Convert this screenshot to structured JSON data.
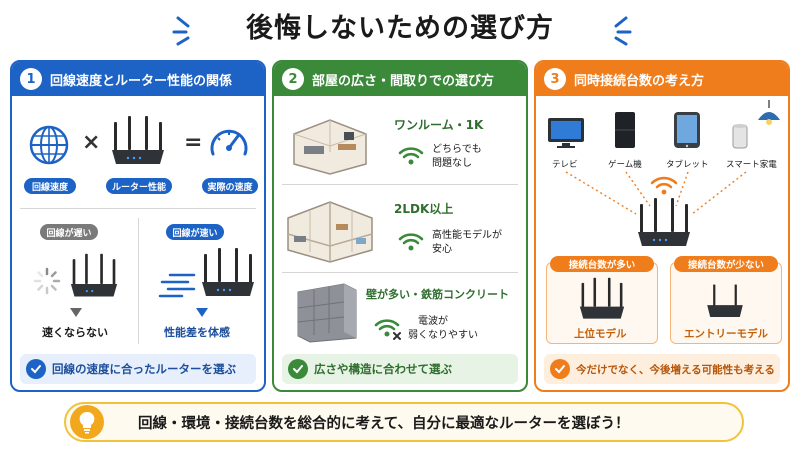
{
  "title": "後悔しないための選び方",
  "colors": {
    "blue": "#1d63c5",
    "green": "#3a8a3a",
    "orange": "#f07d1b",
    "yellow": "#f2c23d"
  },
  "panel1": {
    "number": "1",
    "heading": "回線速度とルーター性能の関係",
    "icons": [
      "globe-icon",
      "router-icon",
      "speedometer-icon"
    ],
    "label_line": "回線速度",
    "label_router": "ルーター性能",
    "label_actual": "実際の速度",
    "op_times": "×",
    "op_equals": "=",
    "slow_tag": "回線が遅い",
    "fast_tag": "回線が速い",
    "slow_result": "速くならない",
    "fast_result": "性能差を体感",
    "footer": "回線の速度に合ったルーターを選ぶ"
  },
  "panel2": {
    "number": "2",
    "heading": "部屋の広さ・間取りでの選び方",
    "one_k_title": "ワンルーム・1K",
    "one_k_desc_1": "どちらでも",
    "one_k_desc_2": "問題なし",
    "ldk_title": "2LDK以上",
    "ldk_desc_1": "高性能モデルが",
    "ldk_desc_2": "安心",
    "wall_title": "壁が多い・鉄筋コンクリート",
    "wall_desc_1": "電波が",
    "wall_desc_2": "弱くなりやすい",
    "footer": "広さや構造に合わせて選ぶ"
  },
  "panel3": {
    "number": "3",
    "heading": "同時接続台数の考え方",
    "devices": [
      "テレビ",
      "ゲーム機",
      "タブレット",
      "スマート家電"
    ],
    "many_tag": "接続台数が多い",
    "few_tag": "接続台数が少ない",
    "many_model": "上位モデル",
    "few_model": "エントリーモデル",
    "footer": "今だけでなく、今後増える可能性も考える"
  },
  "bottom": {
    "icon": "lightbulb-icon",
    "text": "回線・環境・接続台数を総合的に考えて、自分に最適なルーターを選ぼう！"
  }
}
